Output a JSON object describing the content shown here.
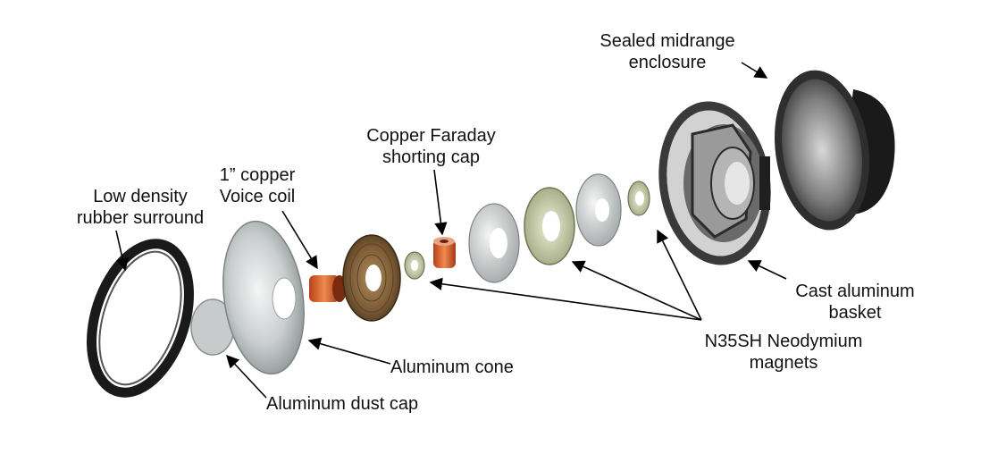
{
  "diagram": {
    "labels": {
      "enclosure": [
        "Sealed midrange",
        "enclosure"
      ],
      "faraday": [
        "Copper Faraday",
        "shorting cap"
      ],
      "voice_coil": [
        "1” copper",
        "Voice coil"
      ],
      "surround": [
        "Low density",
        "rubber surround"
      ],
      "basket": [
        "Cast aluminum",
        "basket"
      ],
      "magnets": [
        "N35SH Neodymium",
        "magnets"
      ],
      "cone": "Aluminum cone",
      "dust_cap": "Aluminum dust cap"
    }
  }
}
